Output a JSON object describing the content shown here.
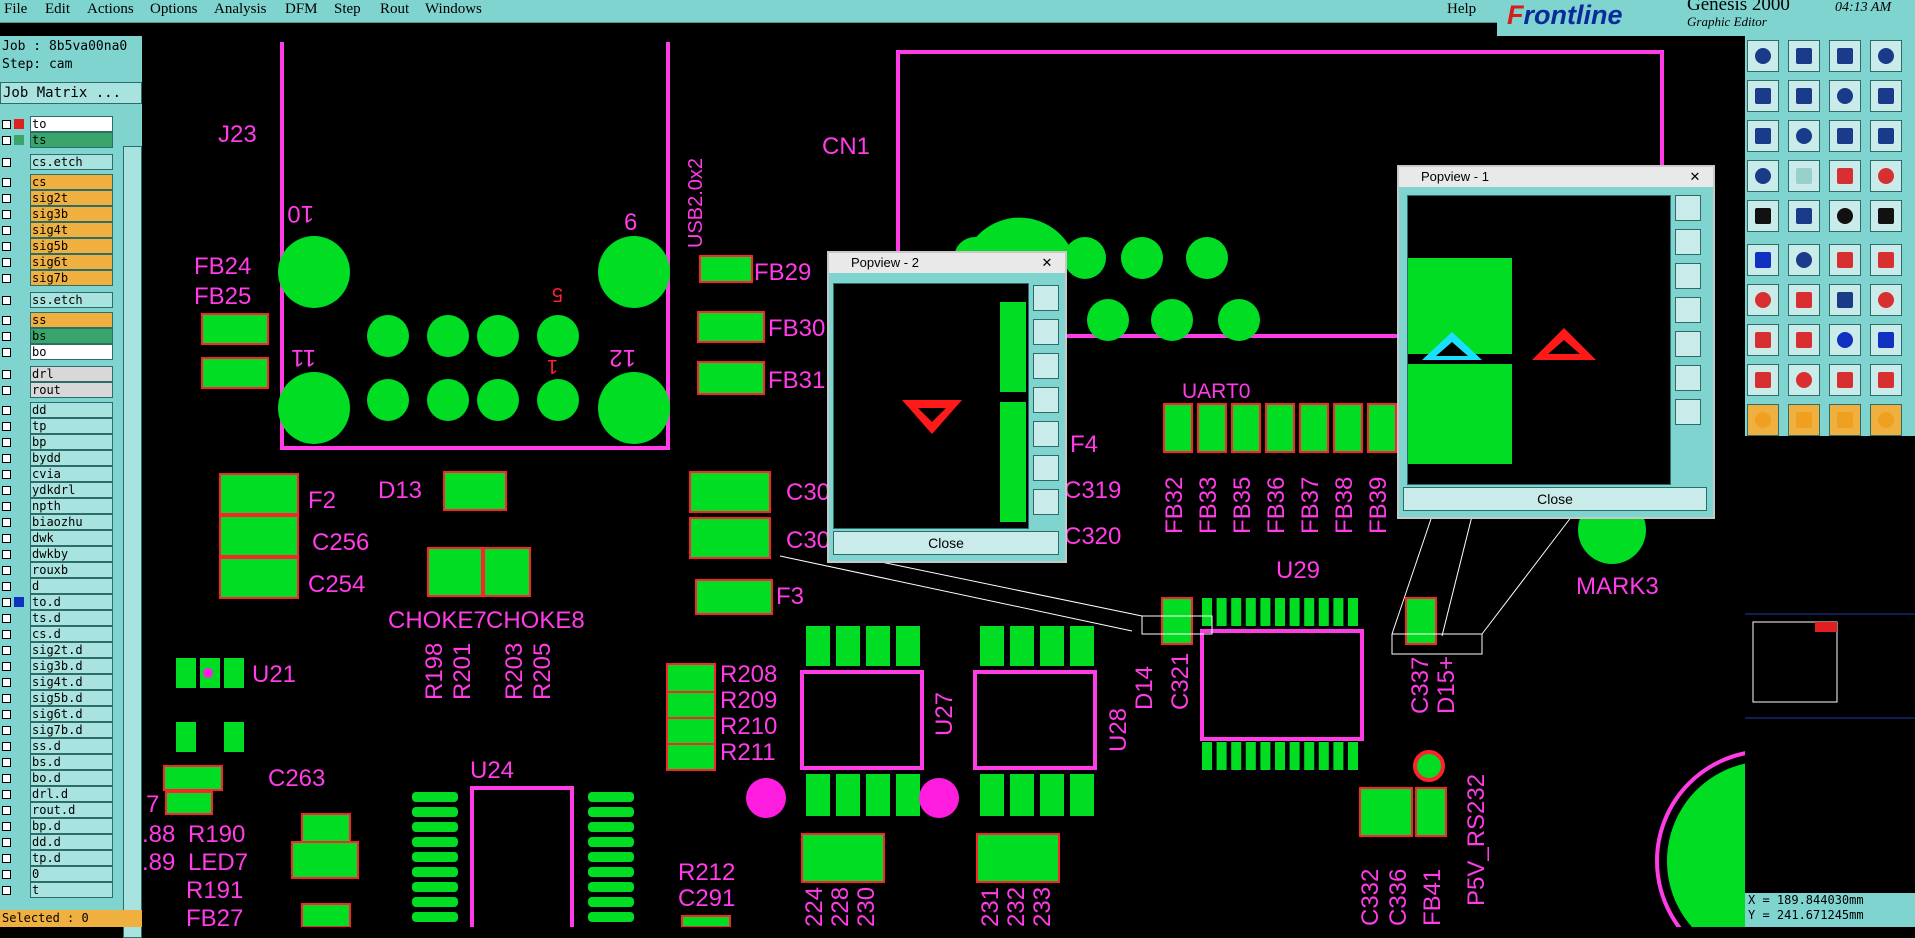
{
  "menu": [
    "File",
    "Edit",
    "Actions",
    "Options",
    "Analysis",
    "DFM",
    "Step",
    "Rout",
    "Windows"
  ],
  "help": "Help",
  "brand": {
    "logo_a": "F",
    "logo_b": "rontline",
    "product": "Genesis 2000",
    "subtitle": "Graphic Editor",
    "clock": "04:13 AM"
  },
  "job": "Job : 8b5va00na0",
  "step": "Step: cam",
  "job_matrix": "Job Matrix ...",
  "layers": [
    {
      "name": "to",
      "color": "#ffffff",
      "swatch": "#e02020"
    },
    {
      "name": "ts",
      "color": "#3aa56a",
      "swatch": "#3aa56a"
    },
    {
      "name": "cs.etch",
      "color": "#a8e3df",
      "swatch": ""
    },
    {
      "name": "cs",
      "color": "#f0b040",
      "swatch": ""
    },
    {
      "name": "sig2t",
      "color": "#f0b040",
      "swatch": ""
    },
    {
      "name": "sig3b",
      "color": "#f0b040",
      "swatch": ""
    },
    {
      "name": "sig4t",
      "color": "#f0b040",
      "swatch": ""
    },
    {
      "name": "sig5b",
      "color": "#f0b040",
      "swatch": ""
    },
    {
      "name": "sig6t",
      "color": "#f0b040",
      "swatch": ""
    },
    {
      "name": "sig7b",
      "color": "#f0b040",
      "swatch": ""
    },
    {
      "name": "ss.etch",
      "color": "#a8e3df",
      "swatch": ""
    },
    {
      "name": "ss",
      "color": "#f0b040",
      "swatch": ""
    },
    {
      "name": "bs",
      "color": "#3aa56a",
      "swatch": ""
    },
    {
      "name": "bo",
      "color": "#ffffff",
      "swatch": ""
    },
    {
      "name": "drl",
      "color": "#d8d8d8",
      "swatch": ""
    },
    {
      "name": "rout",
      "color": "#d8d8d8",
      "swatch": ""
    },
    {
      "name": "dd",
      "color": "#a8e3df",
      "swatch": ""
    },
    {
      "name": "tp",
      "color": "#a8e3df",
      "swatch": ""
    },
    {
      "name": "bp",
      "color": "#a8e3df",
      "swatch": ""
    },
    {
      "name": "bydd",
      "color": "#a8e3df",
      "swatch": ""
    },
    {
      "name": "cvia",
      "color": "#a8e3df",
      "swatch": ""
    },
    {
      "name": "ydkdrl",
      "color": "#a8e3df",
      "swatch": ""
    },
    {
      "name": "npth",
      "color": "#a8e3df",
      "swatch": ""
    },
    {
      "name": "biaozhu",
      "color": "#a8e3df",
      "swatch": ""
    },
    {
      "name": "dwk",
      "color": "#a8e3df",
      "swatch": ""
    },
    {
      "name": "dwkby",
      "color": "#a8e3df",
      "swatch": ""
    },
    {
      "name": "rouxb",
      "color": "#a8e3df",
      "swatch": ""
    },
    {
      "name": "d",
      "color": "#a8e3df",
      "swatch": ""
    },
    {
      "name": "to.d",
      "color": "#a8e3df",
      "swatch": "#1030c0"
    },
    {
      "name": "ts.d",
      "color": "#a8e3df",
      "swatch": ""
    },
    {
      "name": "cs.d",
      "color": "#a8e3df",
      "swatch": ""
    },
    {
      "name": "sig2t.d",
      "color": "#a8e3df",
      "swatch": ""
    },
    {
      "name": "sig3b.d",
      "color": "#a8e3df",
      "swatch": ""
    },
    {
      "name": "sig4t.d",
      "color": "#a8e3df",
      "swatch": ""
    },
    {
      "name": "sig5b.d",
      "color": "#a8e3df",
      "swatch": ""
    },
    {
      "name": "sig6t.d",
      "color": "#a8e3df",
      "swatch": ""
    },
    {
      "name": "sig7b.d",
      "color": "#a8e3df",
      "swatch": ""
    },
    {
      "name": "ss.d",
      "color": "#a8e3df",
      "swatch": ""
    },
    {
      "name": "bs.d",
      "color": "#a8e3df",
      "swatch": ""
    },
    {
      "name": "bo.d",
      "color": "#a8e3df",
      "swatch": ""
    },
    {
      "name": "drl.d",
      "color": "#a8e3df",
      "swatch": ""
    },
    {
      "name": "rout.d",
      "color": "#a8e3df",
      "swatch": ""
    },
    {
      "name": "bp.d",
      "color": "#a8e3df",
      "swatch": ""
    },
    {
      "name": "dd.d",
      "color": "#a8e3df",
      "swatch": ""
    },
    {
      "name": "tp.d",
      "color": "#a8e3df",
      "swatch": ""
    },
    {
      "name": "0",
      "color": "#a8e3df",
      "swatch": ""
    },
    {
      "name": "t",
      "color": "#a8e3df",
      "swatch": ""
    }
  ],
  "status": "Selected : 0",
  "coords": {
    "x": "X = 189.844030mm",
    "y": "Y = 241.671245mm"
  },
  "popview1": {
    "title": "Popview - 1",
    "close": "Close",
    "x": "✕"
  },
  "popview2": {
    "title": "Popview - 2",
    "close": "Close",
    "x": "✕"
  },
  "pcb_labels": {
    "j23": "J23",
    "cn1": "CN1",
    "usb": "USB2.0x2",
    "p10": "10",
    "p6": "6",
    "p5": "5",
    "p1": "1",
    "p11": "11",
    "p12": "12",
    "fb24": "FB24",
    "fb25": "FB25",
    "fb29": "FB29",
    "fb30": "FB30",
    "fb31": "FB31",
    "f2": "F2",
    "c256": "C256",
    "c254": "C254",
    "d13": "D13",
    "choke7": "CHOKE7",
    "choke8": "CHOKE8",
    "r198": "R198",
    "r201": "R201",
    "r203": "R203",
    "r205": "R205",
    "c30a": "C30",
    "c30b": "C30",
    "f3": "F3",
    "f4": "F4",
    "c319": "C319",
    "c320": "C320",
    "uart0": "UART0",
    "fb32": "FB32",
    "fb33": "FB33",
    "fb35": "FB35",
    "fb36": "FB36",
    "fb37": "FB37",
    "fb38": "FB38",
    "fb39": "FB39",
    "u29": "U29",
    "mark3": "MARK3",
    "d14": "D14",
    "c321": "C321",
    "c337": "C337",
    "d15": "D15+",
    "u21": "U21",
    "r208": "R208",
    "r209": "R209",
    "r210": "R210",
    "r211": "R211",
    "u27": "U27",
    "u28": "U28",
    "c263": "C263",
    "n7": "7",
    "n88": ".88",
    "n89": ".89",
    "r190": "R190",
    "led7": "LED7",
    "r191": "R191",
    "fb27": "FB27",
    "u24": "U24",
    "r212": "R212",
    "c291": "C291",
    "n224": "224",
    "n228": "228",
    "n230": "230",
    "n231": "231",
    "n232": "232",
    "n233": "233",
    "c332": "C332",
    "c336": "C336",
    "fb41": "FB41",
    "p5v": "P5V_RS232"
  }
}
